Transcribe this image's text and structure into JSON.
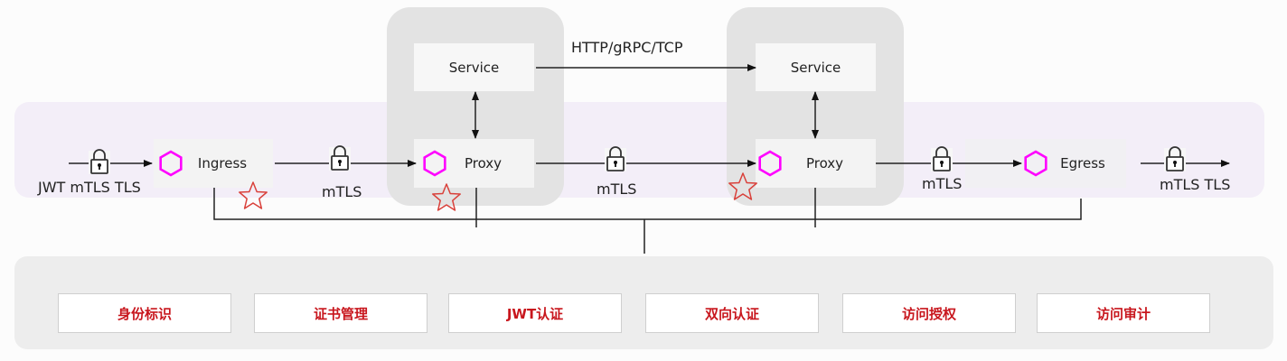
{
  "diagram": {
    "protocol_label": "HTTP/gRPC/TCP",
    "nodes": {
      "ingress": "Ingress",
      "proxy_1": "Proxy",
      "proxy_2": "Proxy",
      "egress": "Egress",
      "service_1": "Service",
      "service_2": "Service"
    },
    "link_labels": {
      "inbound": "JWT mTLS TLS",
      "ingress_to_proxy": "mTLS",
      "proxy_to_proxy": "mTLS",
      "proxy_to_egress": "mTLS",
      "outbound": "mTLS TLS"
    },
    "capabilities": [
      "身份标识",
      "证书管理",
      "JWT认证",
      "双向认证",
      "访问授权",
      "访问审计"
    ],
    "colors": {
      "hexagon": "#ff00ff",
      "star": "#d9403a",
      "capability_text": "#c8161d",
      "band": "#f3eef8",
      "pod": "#e3e3e3"
    }
  }
}
